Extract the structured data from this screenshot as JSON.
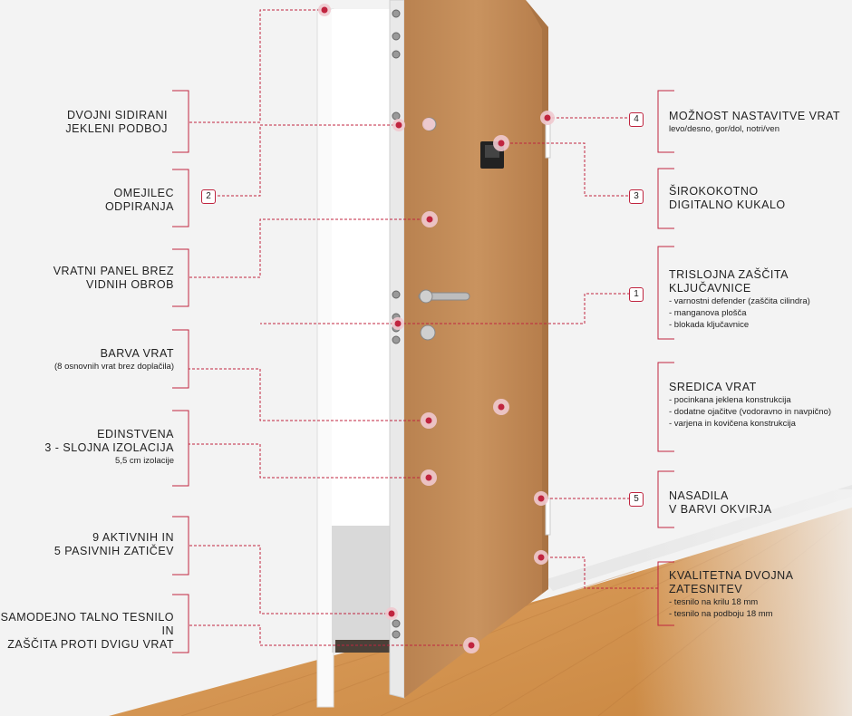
{
  "colors": {
    "accent": "#c0243f",
    "door": "#c08a5a",
    "floor": "#d59a5b",
    "wall": "#f3f3f3"
  },
  "left_labels": [
    {
      "id": "sidrani",
      "lines": [
        "DVOJNI SIDIRANI",
        "JEKLENI PODBOJ"
      ],
      "sub": ""
    },
    {
      "id": "omejilec",
      "lines": [
        "OMEJILEC",
        "ODPIRANJA"
      ],
      "sub": ""
    },
    {
      "id": "panel",
      "lines": [
        "VRATNI PANEL BREZ",
        "VIDNIH OBROB"
      ],
      "sub": ""
    },
    {
      "id": "barva",
      "lines": [
        "BARVA VRAT"
      ],
      "sub": "(8 osnovnih vrat brez doplačila)"
    },
    {
      "id": "izolacija",
      "lines": [
        "EDINSTVENA",
        "3 - SLOJNA IZOLACIJA"
      ],
      "sub": "5,5 cm izolacije"
    },
    {
      "id": "zaticev",
      "lines": [
        "9 AKTIVNIH IN",
        "5 PASIVNIH ZATIČEV"
      ],
      "sub": ""
    },
    {
      "id": "tesnilo",
      "lines": [
        "SAMODEJNO TALNO TESNILO IN",
        "ZAŠČITA PROTI DVIGU VRAT"
      ],
      "sub": ""
    }
  ],
  "right_labels": [
    {
      "id": "nastavitve",
      "number": "4",
      "lines": [
        "MOŽNOST NASTAVITVE VRAT"
      ],
      "subs": [
        "levo/desno, gor/dol, notri/ven"
      ]
    },
    {
      "id": "kukalo",
      "number": "3",
      "lines": [
        "ŠIROKOKOTNO",
        "DIGITALNO KUKALO"
      ],
      "subs": []
    },
    {
      "id": "kljucavnica",
      "number": "1",
      "lines": [
        "TRISLOJNA ZAŠČITA KLJUČAVNICE"
      ],
      "subs": [
        "- varnostni defender (zaščita cilindra)",
        "- manganova plošča",
        "- blokada ključavnice"
      ]
    },
    {
      "id": "sredica",
      "number": "",
      "lines": [
        "SREDICA VRAT"
      ],
      "subs": [
        "- pocinkana jeklena konstrukcija",
        "- dodatne ojačitve (vodoravno in navpično)",
        "- varjena in kovičena konstrukcija"
      ]
    },
    {
      "id": "nasadila",
      "number": "5",
      "lines": [
        "NASADILA",
        "V BARVI OKVIRJA"
      ],
      "subs": []
    },
    {
      "id": "zatesnitev",
      "number": "",
      "lines": [
        "KVALITETNA DVOJNA ZATESNITEV"
      ],
      "subs": [
        "- tesnilo na krilu 18 mm",
        "- tesnilo na podboju 18 mm"
      ]
    }
  ],
  "omejilec_number": "2"
}
